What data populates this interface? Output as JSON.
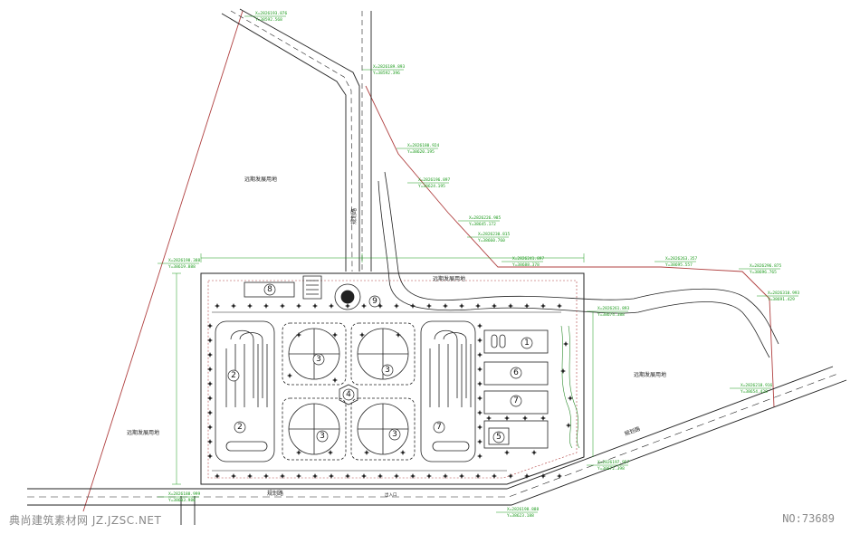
{
  "labels": {
    "planned_land_north": "远期发展用地",
    "planned_land_west": "远期发展用地",
    "planned_land_east": "远期发展用地",
    "planned_land_center": "远期发展用地",
    "road_north": "规划路",
    "road_south": "规划路",
    "road_east": "规划路",
    "entrance": "出入口"
  },
  "coords": [
    {
      "x": "X=2826193.876",
      "y": "Y=38592.568"
    },
    {
      "x": "X=2826189.893",
      "y": "Y=38592.396"
    },
    {
      "x": "X=2826180.924",
      "y": "Y=38620.195"
    },
    {
      "x": "X=2826196.897",
      "y": "Y=38624.195"
    },
    {
      "x": "X=2826226.985",
      "y": "Y=38645.172"
    },
    {
      "x": "X=2826230.815",
      "y": "Y=38660.760"
    },
    {
      "x": "X=2826241.897",
      "y": "Y=38688.378"
    },
    {
      "x": "X=2826263.357",
      "y": "Y=38695.557"
    },
    {
      "x": "X=2826296.875",
      "y": "Y=38696.765"
    },
    {
      "x": "X=2826310.993",
      "y": "Y=38691.429"
    },
    {
      "x": "X=2826218.916",
      "y": "Y=38654.428"
    },
    {
      "x": "X=2826197.957",
      "y": "Y=38672.398"
    },
    {
      "x": "X=2826261.893",
      "y": "Y=38674.388"
    },
    {
      "x": "X=2826198.388",
      "y": "Y=38619.888"
    },
    {
      "x": "X=2826188.999",
      "y": "Y=38603.980"
    },
    {
      "x": "X=2826198.888",
      "y": "Y=38623.188"
    }
  ],
  "units": [
    "1",
    "2",
    "2",
    "3",
    "3",
    "3",
    "3",
    "4",
    "5",
    "6",
    "7",
    "7",
    "8",
    "9"
  ],
  "watermark": {
    "left": "典尚建筑素材网 JZ.JZSC.NET",
    "right": "NO:73689"
  },
  "colors": {
    "line": "#222222",
    "boundary": "#b04040",
    "coord": "#1a9a1a",
    "green": "#2a8a2a"
  }
}
